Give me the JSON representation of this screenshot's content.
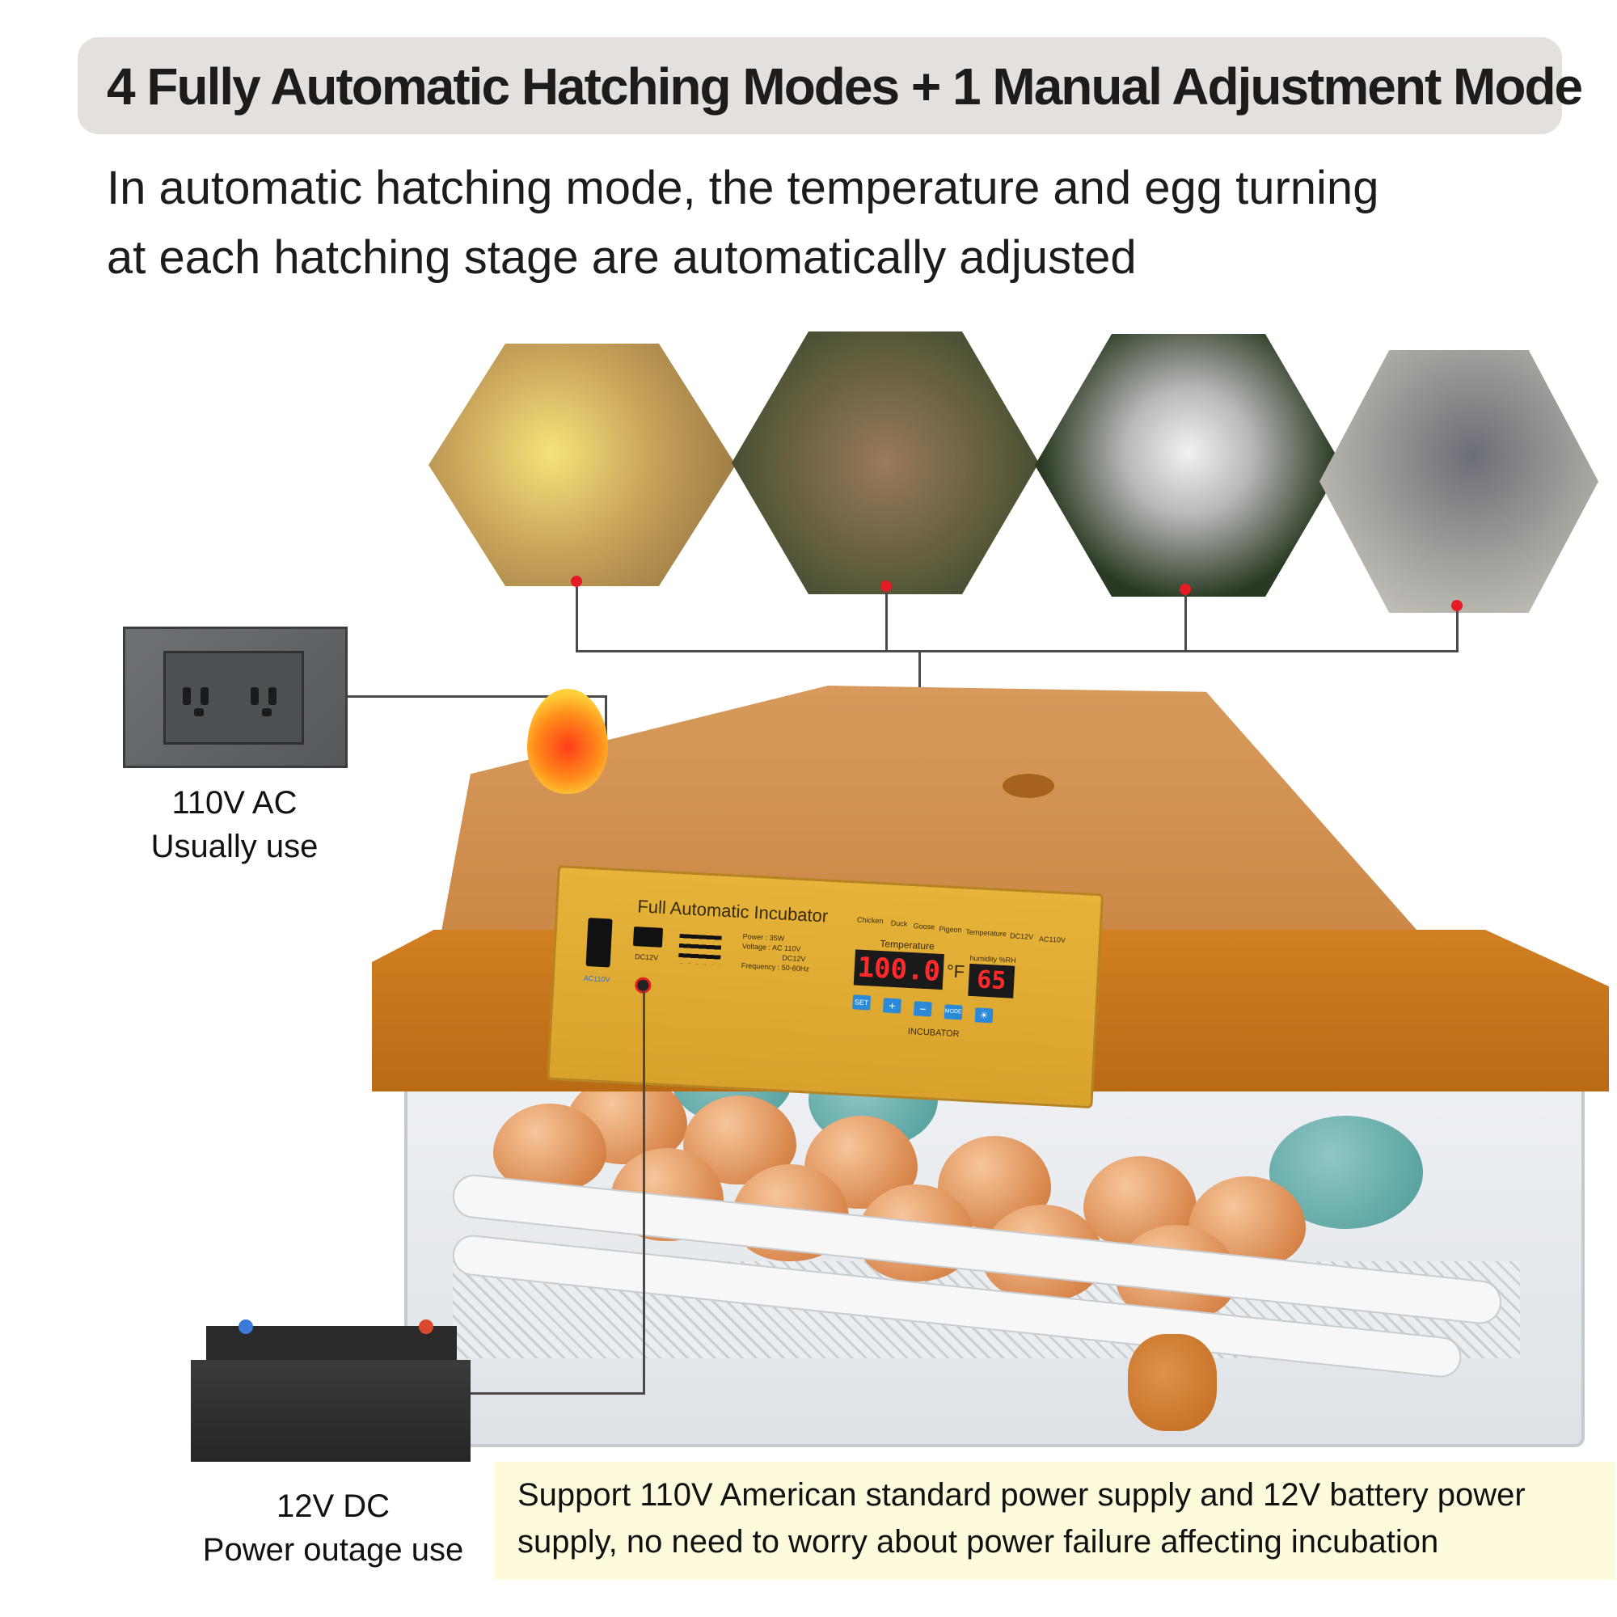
{
  "header": {
    "title": "4 Fully Automatic Hatching Modes + 1 Manual Adjustment Mode",
    "subtitle_line1": "In automatic hatching mode, the temperature and egg turning",
    "subtitle_line2": "at each hatching stage are automatically adjusted"
  },
  "modes": [
    {
      "name": "chicken-photo",
      "color": "#c9a25a"
    },
    {
      "name": "duck-photo",
      "color": "#6a6a4a"
    },
    {
      "name": "goose-photo",
      "color": "#3a4a2a"
    },
    {
      "name": "pigeon-photo",
      "color": "#9a9aa0"
    }
  ],
  "outlet": {
    "label_line1": "110V AC",
    "label_line2": "Usually use"
  },
  "battery": {
    "label_line1": "12V DC",
    "label_line2": "Power outage use"
  },
  "panel": {
    "brand": "Full Automatic Incubator",
    "switch_label": "AC110V",
    "battery_label": "DC12V",
    "specs_power": "Power : 35W",
    "specs_voltage": "Voltage : AC 110V",
    "specs_dc": "DC12V",
    "specs_frequency": "Frequency : 50-60Hz",
    "mode_chicken": "Chicken",
    "mode_duck": "Duck",
    "mode_goose": "Goose",
    "mode_pigeon": "Pigeon",
    "ind_temperature": "Temperature",
    "ind_dc": "DC12V",
    "ind_ac": "AC110V",
    "temperature_label": "Temperature",
    "temperature_value": "100.0",
    "temperature_unit": "°F",
    "humidity_label": "humidity %RH",
    "humidity_value": "65",
    "btn_set": "SET",
    "btn_plus": "+",
    "btn_minus": "−",
    "btn_mode": "MODE",
    "btn_light": "☀",
    "footer": "INCUBATOR"
  },
  "note": {
    "line1": "Support 110V American standard power supply and 12V battery power",
    "line2": "supply, no need to worry about power failure affecting incubation"
  }
}
